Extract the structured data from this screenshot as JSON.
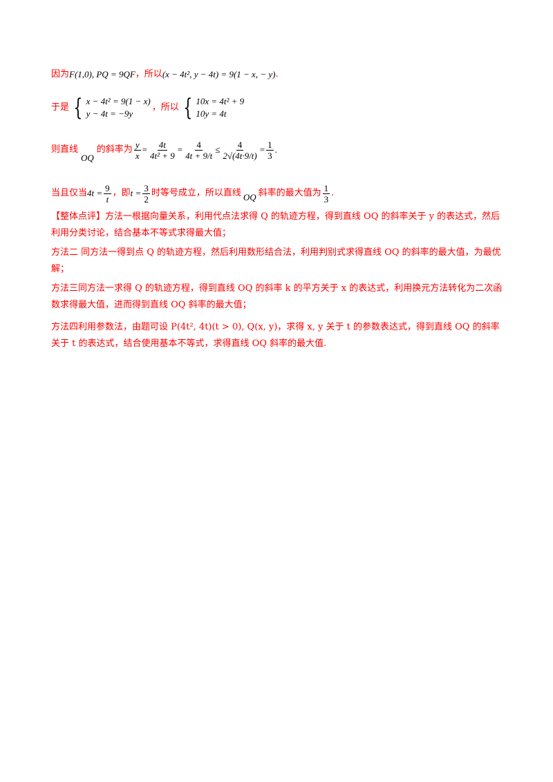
{
  "lines": {
    "l1": {
      "a": "因为",
      "b": "F(1,0), PQ = 9QF",
      "c": "，所以",
      "d": "(x − 4t², y − 4t) = 9(1 − x, − y)",
      "e": "."
    },
    "l2": {
      "a": "于是",
      "r1": "x − 4t² = 9(1 − x)",
      "r2": "y − 4t = −9y",
      "b": "，所以",
      "r3": "10x = 4t² + 9",
      "r4": "10y = 4t"
    },
    "l3": {
      "a": "则直线",
      "oq": "OQ",
      "b": "的斜率为"
    },
    "l4": {
      "a": "当且仅当",
      "b": "，即",
      "c": "时等号成立，所以直线",
      "oq": "OQ",
      "d": "斜率的最大值为",
      "e": "."
    },
    "p1": "【整体点评】方法一根据向量关系，利用代点法求得 Q 的轨迹方程，得到直线 OQ 的斜率关于 y 的表达式，然后利用分类讨论，结合基本不等式求得最大值；",
    "p2": "方法二 同方法一得到点 Q 的轨迹方程，然后利用数形结合法，利用判别式求得直线 OQ 的斜率的最大值，为最优解；",
    "p3": "方法三同方法一求得 Q 的轨迹方程，得到直线 OQ 的斜率 k 的平方关于 x 的表达式，利用换元方法转化为二次函数求得最大值，进而得到直线 OQ 斜率的最大值；",
    "p4": "方法四利用参数法，由题可设 P(4t², 4t)(t > 0), Q(x, y)，求得 x, y 关于 t 的参数表达式，得到直线 OQ 的斜率关于 t 的表达式，结合使用基本不等式，求得直线 OQ 斜率的最大值."
  },
  "math": {
    "y": "y",
    "x": "x",
    "eq": "=",
    "le": "≤",
    "f1n": "4t",
    "f1d": "4t² + 9",
    "f2n": "4",
    "f2d": "4t + 9/t",
    "f3n": "4",
    "f3d": "2√(4t·9/t)",
    "one": "1",
    "three": "3",
    "fourt": "4t =",
    "nine": "9",
    "t": "t",
    "teq": "t =",
    "two": "2",
    "period": "."
  }
}
